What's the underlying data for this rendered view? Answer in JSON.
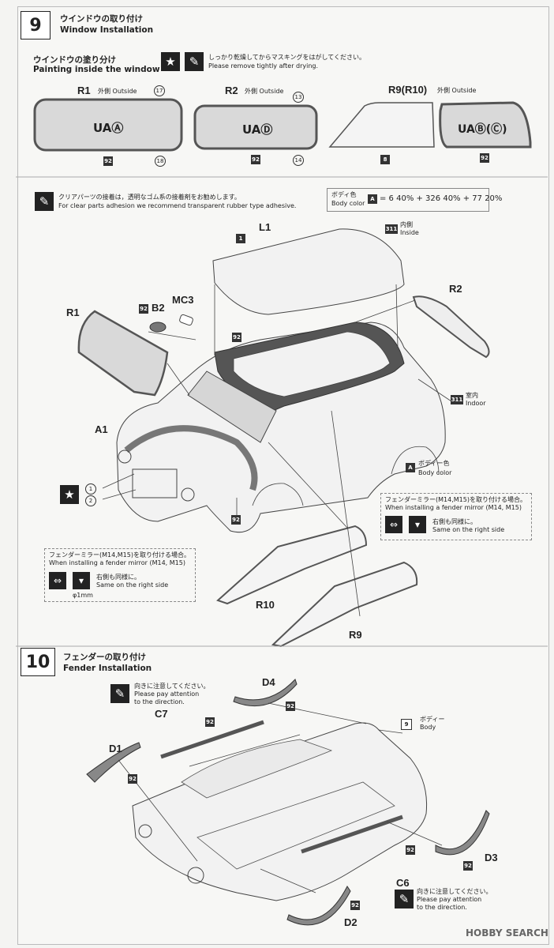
{
  "step9": {
    "number": "9",
    "title_jp": "ウインドウの取り付け",
    "title_en": "Window Installation",
    "painting_jp": "ウインドウの塗り分け",
    "painting_en": "Painting inside the window",
    "note_jp": "しっかり乾燥してからマスキングをはがしてください。",
    "note_en": "Please remove tightly after drying.",
    "windows": [
      {
        "name": "R1",
        "side_jp": "外側",
        "side_en": "Outside",
        "paint": "UAⒶ",
        "refs": [
          "17",
          "92",
          "18"
        ]
      },
      {
        "name": "R2",
        "side_jp": "外側",
        "side_en": "Outside",
        "paint": "UAⒹ",
        "refs": [
          "13",
          "92",
          "14"
        ]
      },
      {
        "name": "R9(R10)",
        "side_jp": "外側",
        "side_en": "Outside",
        "paint": "UAⒷ(Ⓒ)",
        "refs": [
          "8",
          "92"
        ]
      }
    ],
    "adhesive_jp": "クリアパーツの接着は，透明なゴム系の接着剤をお勧めします。",
    "adhesive_en": "For clear parts adhesion we recommend transparent rubber type adhesive.",
    "body_color_jp": "ボディ色",
    "body_color_en": "Body color",
    "body_color_mix": [
      "A",
      "= 6 40% + 326 40% + 77 20%"
    ],
    "parts": {
      "L1": "L1",
      "R1": "R1",
      "R2": "R2",
      "B2": "B2",
      "MC3": "MC3",
      "A1": "A1",
      "R10": "R10",
      "R9": "R9",
      "part1": "1",
      "ref92": "92"
    },
    "inside_jp": "内側",
    "inside_en": "Inside",
    "inside_ref": "311",
    "indoor_jp": "室内",
    "indoor_en": "Indoor",
    "indoor_ref": "311",
    "bodycolor_label_jp": "ボディー色",
    "bodycolor_label_en": "Body color",
    "bodycolor_ref": "A",
    "mirror_right_jp": "フェンダーミラー(M14,M15)を取り付ける場合。",
    "mirror_right_en": "When installing a fender mirror (M14, M15)",
    "same_jp": "右側も同様に。",
    "same_en": "Same on the right side",
    "mirror_left_jp": "フェンダーミラー(M14,M15)を取り付ける場合。",
    "mirror_left_en": "When installing a fender mirror (M14, M15)",
    "drill": "φ1mm",
    "refs_small": [
      "1",
      "2"
    ]
  },
  "step10": {
    "number": "10",
    "title_jp": "フェンダーの取り付け",
    "title_en": "Fender Installation",
    "direction_jp": "向きに注意してください。",
    "direction_en1": "Please pay attention",
    "direction_en2": "to the direction.",
    "body_ref": "9",
    "body_jp": "ボディー",
    "body_en": "Body",
    "parts": {
      "C7": "C7",
      "D1": "D1",
      "D4": "D4",
      "D3": "D3",
      "D2": "D2",
      "C6": "C6"
    },
    "ref92": "92"
  },
  "watermark": "HOBBY SEARCH",
  "icons": [
    "star-icon",
    "brush-icon",
    "drill-icon",
    "mirror-icon",
    "arrows-icon"
  ]
}
